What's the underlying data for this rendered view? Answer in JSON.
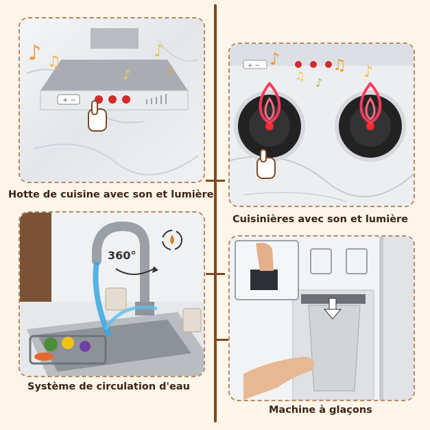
{
  "captions": {
    "hood": "Hotte de cuisine avec son et lumière",
    "burners": "Cuisinières avec son et lumière",
    "sink": "Système de circulation d'eau",
    "ice": "Machine à glaçons"
  },
  "sink_rotation_label": "360°",
  "colors": {
    "background": "#fdf5e8",
    "frame_border": "#b5895d",
    "timeline": "#7a4a22",
    "caption_text": "#3a2416",
    "button_red": "#d42a2a",
    "flame_glow": "#ff3b5c"
  },
  "icons": [
    "music-note-icon",
    "hand-pointer-icon",
    "flame-icon",
    "rotate-arrow-icon",
    "water-recycle-icon",
    "down-arrow-icon",
    "cup-icon"
  ]
}
